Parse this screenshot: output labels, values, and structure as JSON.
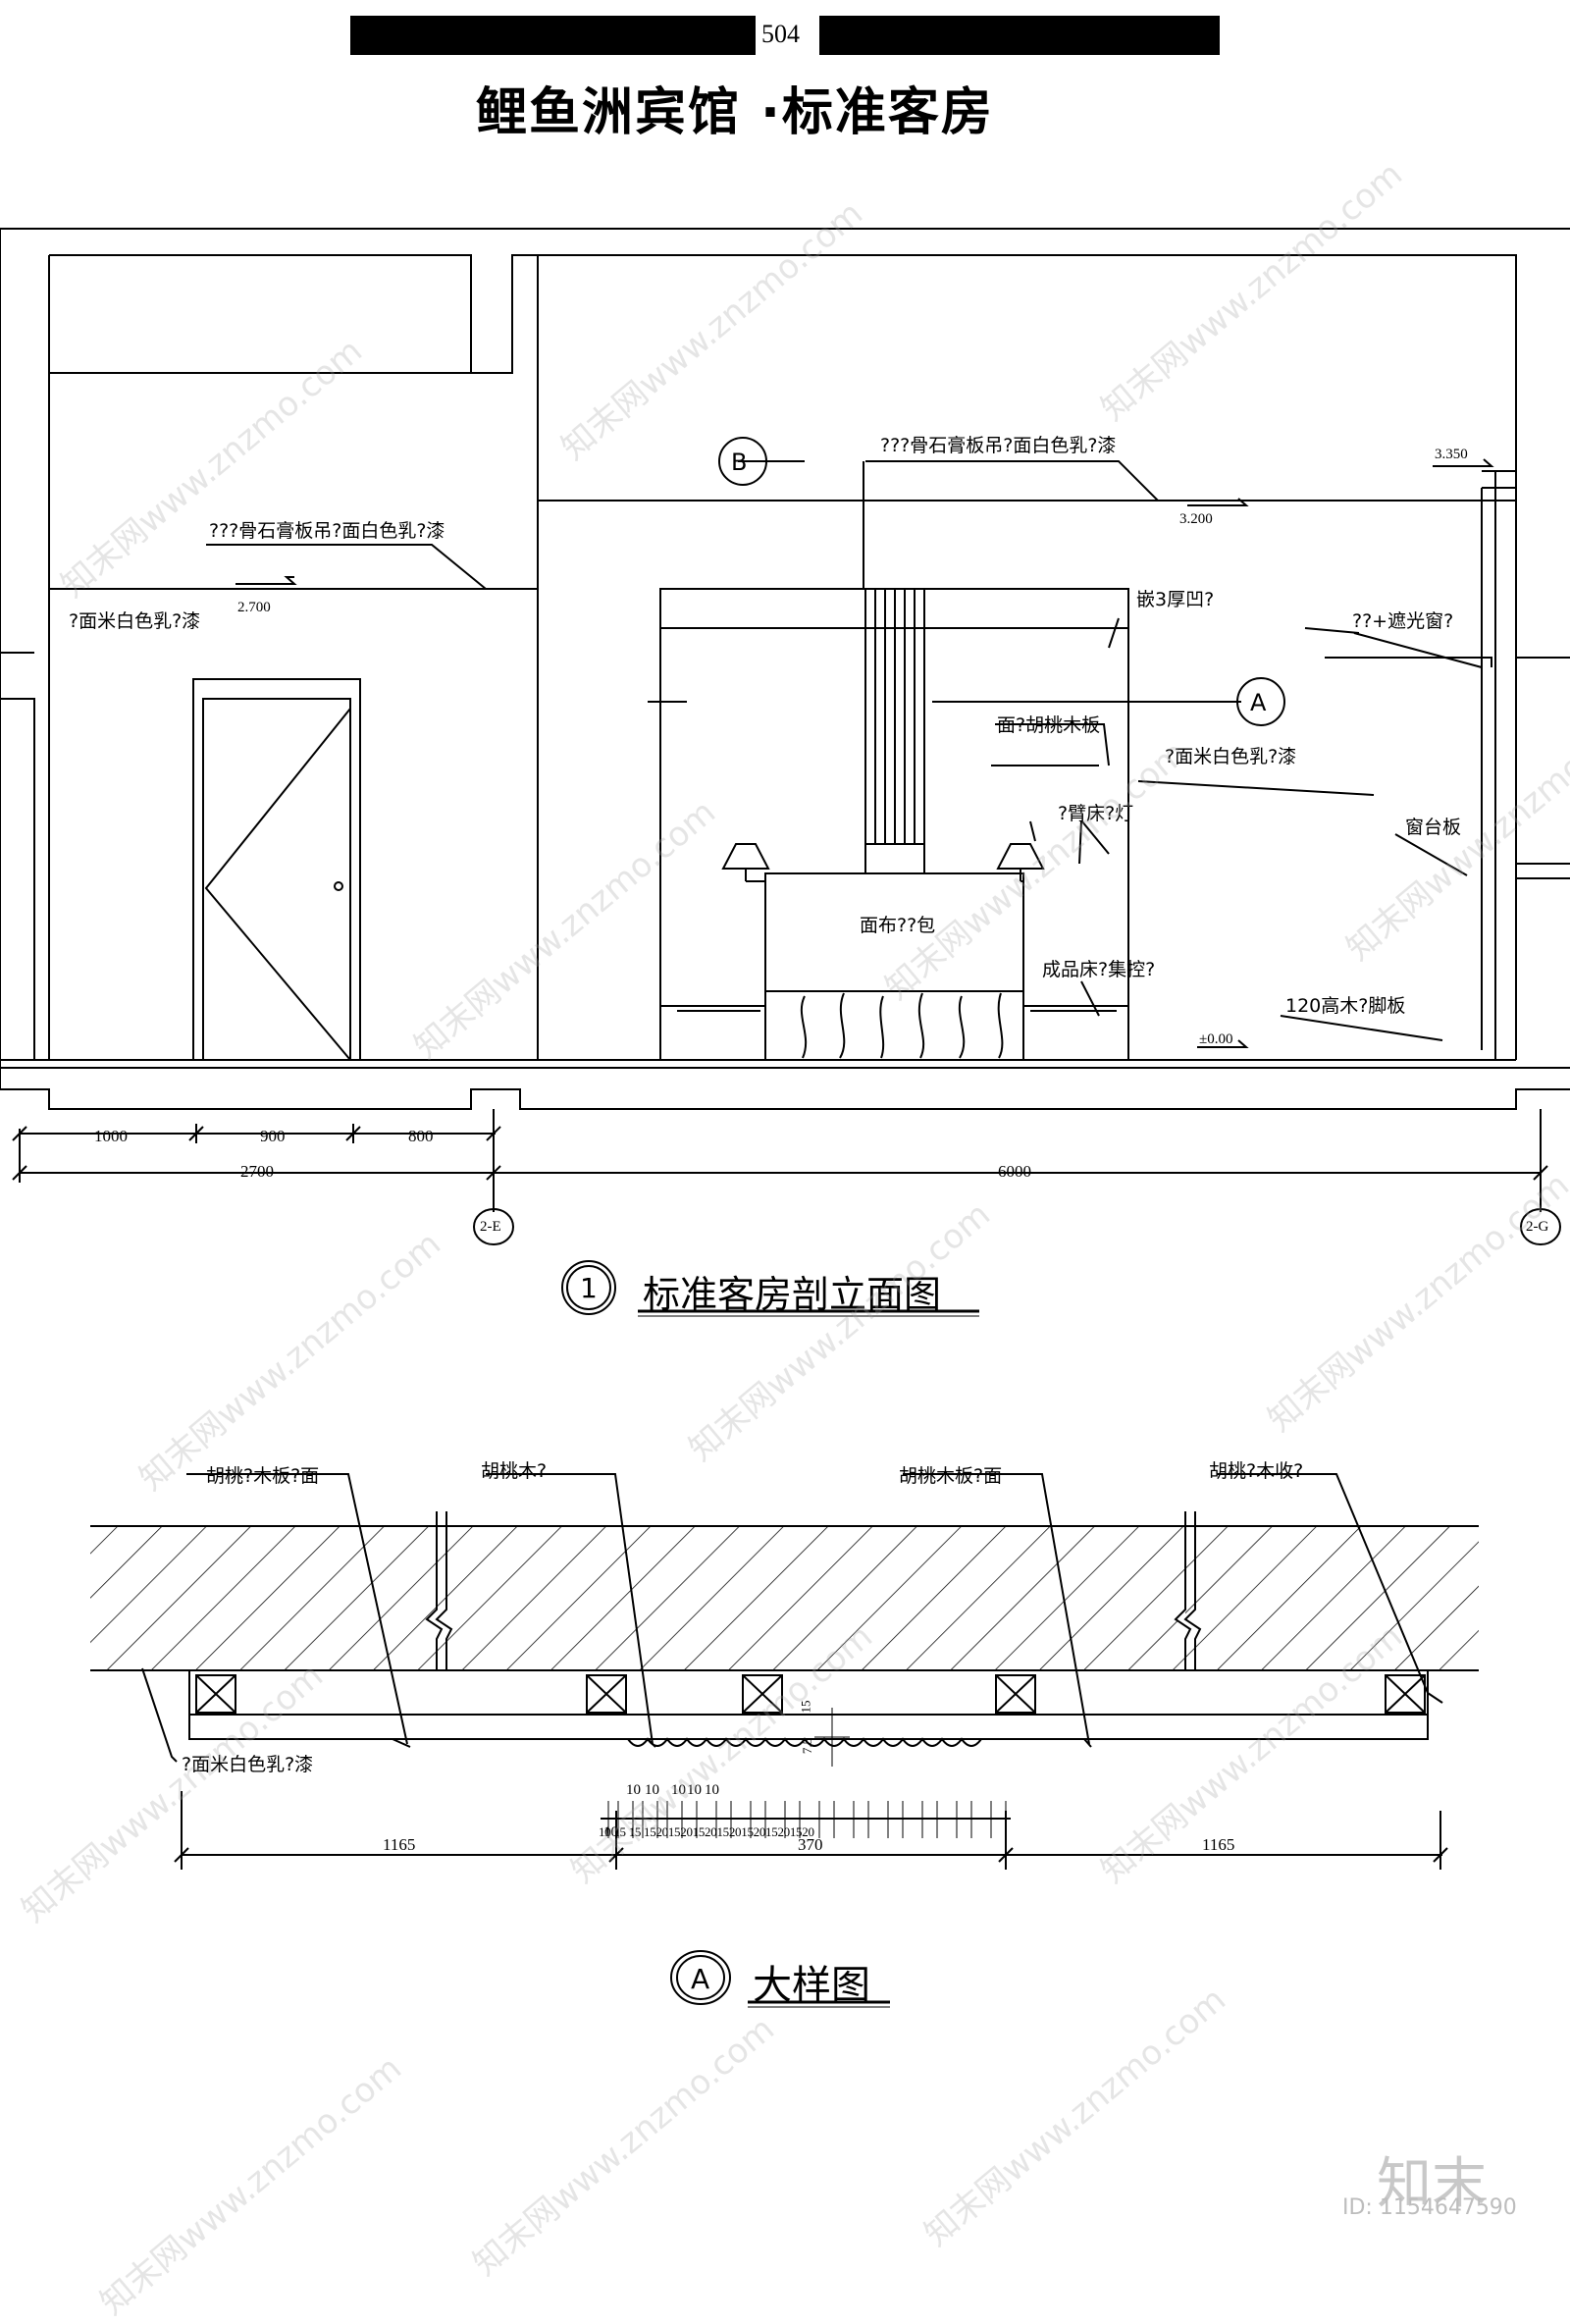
{
  "header": {
    "page_number": "504",
    "title": "鲤鱼洲宾馆 ·标准客房"
  },
  "elevation": {
    "labels": {
      "ceiling_left": "???骨石膏板吊?面白色乳?漆",
      "ceiling_right": "???骨石膏板吊?面白色乳?漆",
      "wall_left": "?面米白色乳?漆",
      "wall_right": "?面米白色乳?漆",
      "recess": "嵌3厚凹?",
      "curtain": "??+遮光窗?",
      "walnut_panel": "面?胡桃木板",
      "lamp": "?臂床?灯",
      "headboard": "面布??包",
      "bed": "成品床?集控?",
      "sill": "窗台板",
      "skirting": "120高木?脚板"
    },
    "levels": {
      "left_ceiling": "2.700",
      "mid_ceiling": "3.200",
      "right_top": "3.350",
      "floor": "±0.00"
    },
    "markers": {
      "b": "B",
      "a": "A"
    },
    "dims_top": [
      "1000",
      "900",
      "800"
    ],
    "dims_total": [
      "2700",
      "6000"
    ],
    "axes": [
      "2-E",
      "2-G"
    ],
    "caption": {
      "number": "1",
      "text": "标准客房剖立面图"
    }
  },
  "detail": {
    "labels": {
      "panel_left": "胡桃?木板?面",
      "walnut": "胡桃木?",
      "panel_right": "胡桃木板?面",
      "edge_strip": "胡桃?木收?",
      "paint": "?面米白色乳?漆"
    },
    "small_dims_top": [
      "10",
      "10",
      "10",
      "10",
      "10",
      "10"
    ],
    "small_dims_row": "10 15 15 1520152015201520152015201520",
    "vertical_dims": [
      "7.5",
      "15"
    ],
    "dims": [
      "1165",
      "370",
      "1165"
    ],
    "caption": {
      "marker": "A",
      "text": "大样图"
    }
  },
  "footer": {
    "logo": "知末",
    "id": "ID: 1154647590"
  },
  "watermark": "知末网www.znzmo.com"
}
